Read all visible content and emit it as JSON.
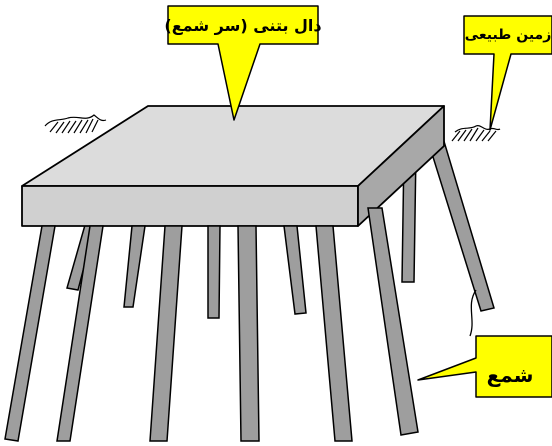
{
  "labels": {
    "slab": "دال بتنی (سر شمع)",
    "ground": "زمین طبیعی",
    "pile": "شمع"
  },
  "colors": {
    "callout_fill": "#ffff00",
    "slab_top": "#dcdcdc",
    "slab_front": "#d0d0d0",
    "slab_side": "#a8a8a8",
    "pile_fill": "#9e9e9e",
    "outline": "#000000"
  }
}
